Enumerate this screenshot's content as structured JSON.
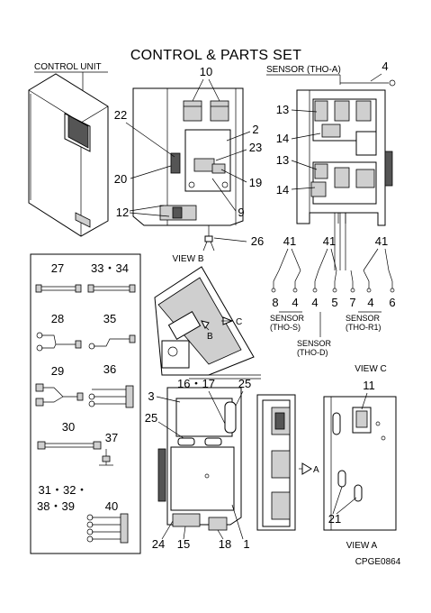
{
  "title": "CONTROL & PARTS SET",
  "labels": {
    "control_unit": "CONTROL UNIT",
    "sensor_tho_a": "SENSOR (THO-A)",
    "view_b": "VIEW B",
    "view_c": "VIEW C",
    "view_a": "VIEW A",
    "arrow_b": "B",
    "arrow_c": "C",
    "arrow_a": "A",
    "sensor_tho_s_1": "SENSOR",
    "sensor_tho_s_2": "(THO-S)",
    "sensor_tho_r1_1": "SENSOR",
    "sensor_tho_r1_2": "(THO-R1)",
    "sensor_tho_d_1": "SENSOR",
    "sensor_tho_d_2": "(THO-D)",
    "figure_code": "CPGE0864"
  },
  "callouts": {
    "c10": "10",
    "c22": "22",
    "c2": "2",
    "c23": "23",
    "c20": "20",
    "c19": "19",
    "c9": "9",
    "c12": "12",
    "c26": "26",
    "c4": "4",
    "c13a": "13",
    "c14a": "14",
    "c13b": "13",
    "c14b": "14",
    "c41a": "41",
    "c41b": "41",
    "c41c": "41",
    "c8": "8",
    "c4b": "4",
    "c4c": "4",
    "c5": "5",
    "c7": "7",
    "c4d": "4",
    "c6": "6",
    "c27": "27",
    "c33_34": "33・34",
    "c28": "28",
    "c35": "35",
    "c29": "29",
    "c36": "36",
    "c30": "30",
    "c37": "37",
    "c31_32": "31・32・",
    "c38_39": "38・39",
    "c40": "40",
    "c3": "3",
    "c16_17": "16・17",
    "c25a": "25",
    "c25b": "25",
    "c24": "24",
    "c15": "15",
    "c18": "18",
    "c1": "1",
    "c11": "11",
    "c21": "21"
  }
}
